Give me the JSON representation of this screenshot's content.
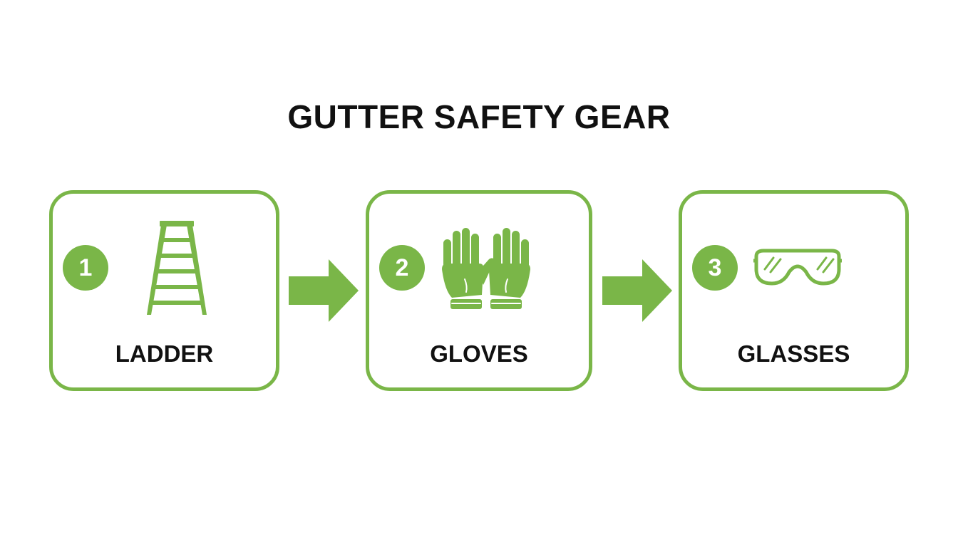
{
  "title": "GUTTER SAFETY GEAR",
  "accent_color": "#7ab648",
  "steps": [
    {
      "number": "1",
      "label": "LADDER",
      "icon": "ladder-icon"
    },
    {
      "number": "2",
      "label": "GLOVES",
      "icon": "gloves-icon"
    },
    {
      "number": "3",
      "label": "GLASSES",
      "icon": "safety-glasses-icon"
    }
  ],
  "connectors": [
    "arrow-right-icon",
    "arrow-right-icon"
  ]
}
